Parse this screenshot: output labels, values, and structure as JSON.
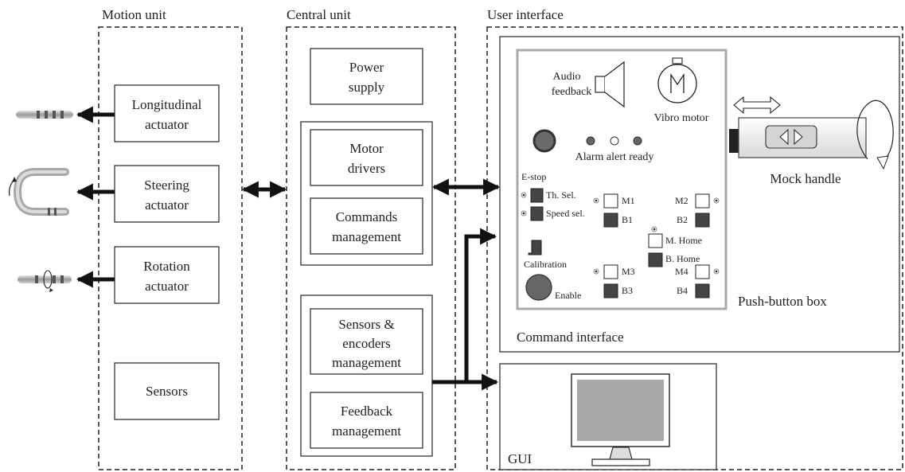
{
  "sections": {
    "motion_unit": "Motion unit",
    "central_unit": "Central unit",
    "user_interface": "User interface"
  },
  "motion": {
    "longitudinal": [
      "Longitudinal",
      "actuator"
    ],
    "steering": [
      "Steering",
      "actuator"
    ],
    "rotation": [
      "Rotation",
      "actuator"
    ],
    "sensors": "Sensors"
  },
  "central": {
    "power": [
      "Power",
      "supply"
    ],
    "motor": [
      "Motor",
      "drivers"
    ],
    "commands": [
      "Commands",
      "management"
    ],
    "sensors_enc": [
      "Sensors &",
      "encoders",
      "management"
    ],
    "feedback": [
      "Feedback",
      "management"
    ]
  },
  "ui": {
    "audio": [
      "Audio",
      "feedback"
    ],
    "vibro": "Vibro motor",
    "alarm": "Alarm alert ready",
    "estop": "E-stop",
    "th_sel": "Th. Sel.",
    "speed_sel": "Speed sel.",
    "calibration": "Calibration",
    "enable": "Enable",
    "m1": "M1",
    "b1": "B1",
    "m2": "M2",
    "b2": "B2",
    "m3": "M3",
    "b3": "B3",
    "m4": "M4",
    "b4": "B4",
    "m_home": "M. Home",
    "b_home": "B. Home",
    "mock_handle": "Mock handle",
    "push_button_box": "Push-button box",
    "command_interface": "Command interface",
    "gui": "GUI"
  }
}
